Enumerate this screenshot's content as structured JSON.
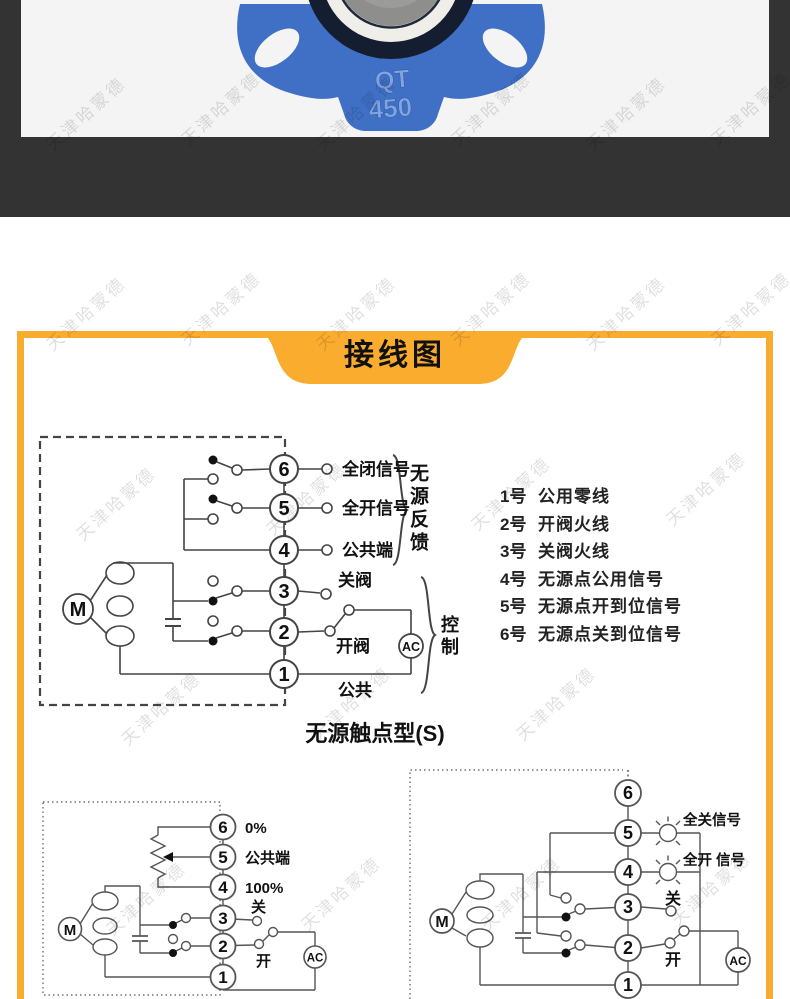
{
  "watermark": {
    "text": "天津哈蒙德"
  },
  "colors": {
    "accent_orange": "#FAAC2F",
    "strip_dark": "#333333",
    "photo_bg": "#F4F4F4",
    "valve_blue": "#3F70C5"
  },
  "product_photo": {
    "valve_marking_line1": "QT",
    "valve_marking_line2": "450"
  },
  "panel": {
    "title": "接线图"
  },
  "diagram_main": {
    "title": "无源触点型(S)",
    "terminals": [
      "6",
      "5",
      "4",
      "3",
      "2",
      "1"
    ],
    "labels": {
      "t6": "全闭信号",
      "t5": "全开信号",
      "t4": "公共端",
      "t3": "关阀",
      "t2": "开阀",
      "t1": "公共",
      "group_feedback": "无源反馈",
      "group_control": "控制",
      "motor": "M",
      "power": "AC"
    }
  },
  "terminal_legend": {
    "items": [
      {
        "num": "1号",
        "desc": "公用零线"
      },
      {
        "num": "2号",
        "desc": "开阀火线"
      },
      {
        "num": "3号",
        "desc": "关阀火线"
      },
      {
        "num": "4号",
        "desc": "无源点公用信号"
      },
      {
        "num": "5号",
        "desc": "无源点开到位信号"
      },
      {
        "num": "6号",
        "desc": "无源点关到位信号"
      }
    ]
  },
  "diagram_pot": {
    "terminals": [
      "6",
      "5",
      "4",
      "3",
      "2",
      "1"
    ],
    "labels": {
      "t6": "0%",
      "t5": "公共端",
      "t4": "100%",
      "t3": "关",
      "t2": "开",
      "motor": "M",
      "power": "AC"
    }
  },
  "diagram_lamp": {
    "terminals": [
      "6",
      "5",
      "4",
      "3",
      "2",
      "1"
    ],
    "labels": {
      "t5": "全关信号",
      "t4": "全开 信号",
      "t3": "关",
      "t2": "开",
      "motor": "M",
      "power": "AC"
    }
  }
}
